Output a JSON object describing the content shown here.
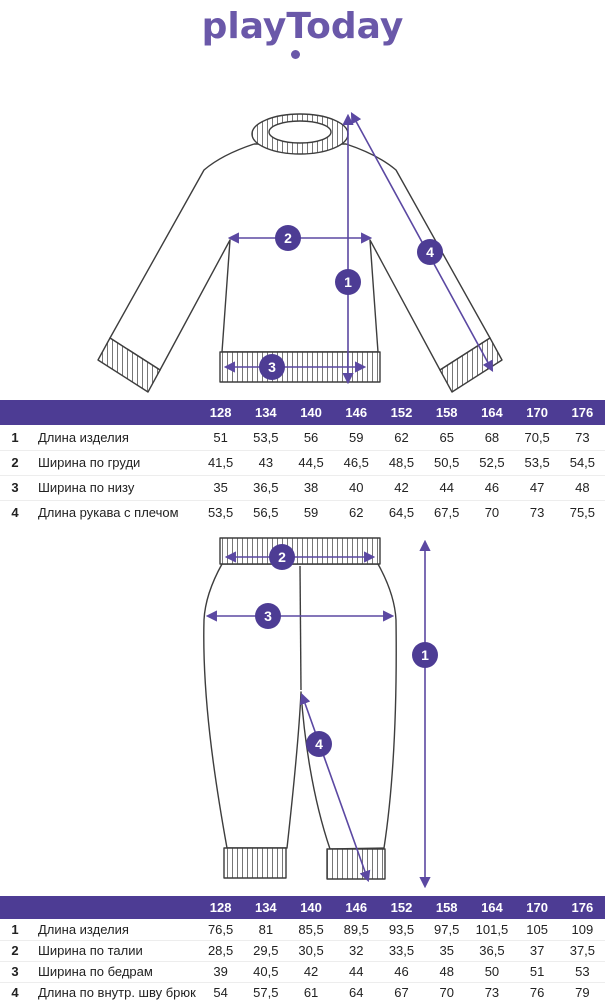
{
  "brand": {
    "logo_text": "playToday"
  },
  "colors": {
    "purple_table": "#4d3c94",
    "purple_logo": "#6a58a9",
    "purple_arrow": "#5b48a2"
  },
  "markers": {
    "m1": "1",
    "m2": "2",
    "m3": "3",
    "m4": "4"
  },
  "sweatshirt_table": {
    "sizes": [
      "128",
      "134",
      "140",
      "146",
      "152",
      "158",
      "164",
      "170",
      "176"
    ],
    "rows": [
      {
        "num": "1",
        "label": "Длина изделия",
        "values": [
          "51",
          "53,5",
          "56",
          "59",
          "62",
          "65",
          "68",
          "70,5",
          "73"
        ]
      },
      {
        "num": "2",
        "label": "Ширина по груди",
        "values": [
          "41,5",
          "43",
          "44,5",
          "46,5",
          "48,5",
          "50,5",
          "52,5",
          "53,5",
          "54,5"
        ]
      },
      {
        "num": "3",
        "label": "Ширина по низу",
        "values": [
          "35",
          "36,5",
          "38",
          "40",
          "42",
          "44",
          "46",
          "47",
          "48"
        ]
      },
      {
        "num": "4",
        "label": "Длина рукава с плечом",
        "values": [
          "53,5",
          "56,5",
          "59",
          "62",
          "64,5",
          "67,5",
          "70",
          "73",
          "75,5"
        ]
      }
    ]
  },
  "pants_table": {
    "sizes": [
      "128",
      "134",
      "140",
      "146",
      "152",
      "158",
      "164",
      "170",
      "176"
    ],
    "rows": [
      {
        "num": "1",
        "label": "Длина изделия",
        "values": [
          "76,5",
          "81",
          "85,5",
          "89,5",
          "93,5",
          "97,5",
          "101,5",
          "105",
          "109"
        ]
      },
      {
        "num": "2",
        "label": "Ширина по талии",
        "values": [
          "28,5",
          "29,5",
          "30,5",
          "32",
          "33,5",
          "35",
          "36,5",
          "37",
          "37,5"
        ]
      },
      {
        "num": "3",
        "label": "Ширина по бедрам",
        "values": [
          "39",
          "40,5",
          "42",
          "44",
          "46",
          "48",
          "50",
          "51",
          "53"
        ]
      },
      {
        "num": "4",
        "label": "Длина по внутр. шву брюк",
        "values": [
          "54",
          "57,5",
          "61",
          "64",
          "67",
          "70",
          "73",
          "76",
          "79"
        ]
      }
    ]
  }
}
